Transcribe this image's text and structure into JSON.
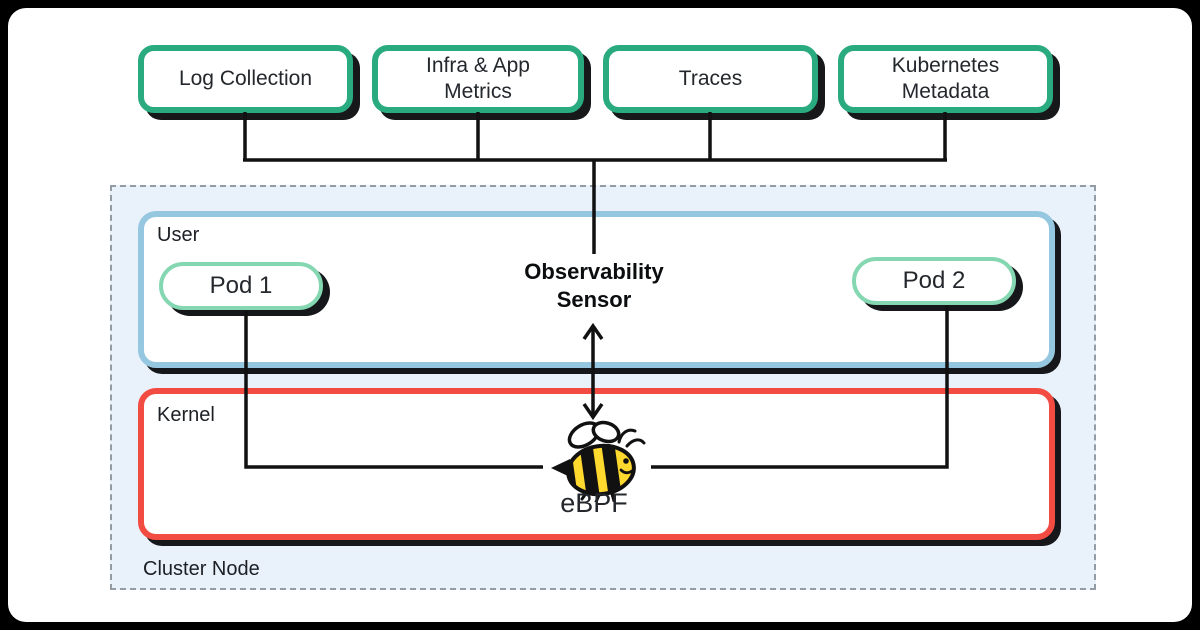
{
  "outputs": [
    {
      "label": "Log Collection"
    },
    {
      "label": "Infra & App\nMetrics"
    },
    {
      "label": "Traces"
    },
    {
      "label": "Kubernetes\nMetadata"
    }
  ],
  "sensor": {
    "label": "Observability\nSensor"
  },
  "cluster": {
    "label": "Cluster Node",
    "user_layer": {
      "label": "User",
      "pods": [
        {
          "label": "Pod 1"
        },
        {
          "label": "Pod 2"
        }
      ]
    },
    "kernel_layer": {
      "label": "Kernel",
      "ebpf": {
        "label": "eBPF",
        "icon": "bee-icon"
      }
    }
  },
  "colors": {
    "output_box_border": "#2aab7f",
    "pod_border": "#85d7b2",
    "user_layer_border": "#96c7e0",
    "kernel_layer_border": "#f24b41",
    "cluster_background": "#e9f1fa",
    "bee_yellow": "#ffd92e",
    "shadow": "#17181a",
    "connector_line": "#111111"
  }
}
